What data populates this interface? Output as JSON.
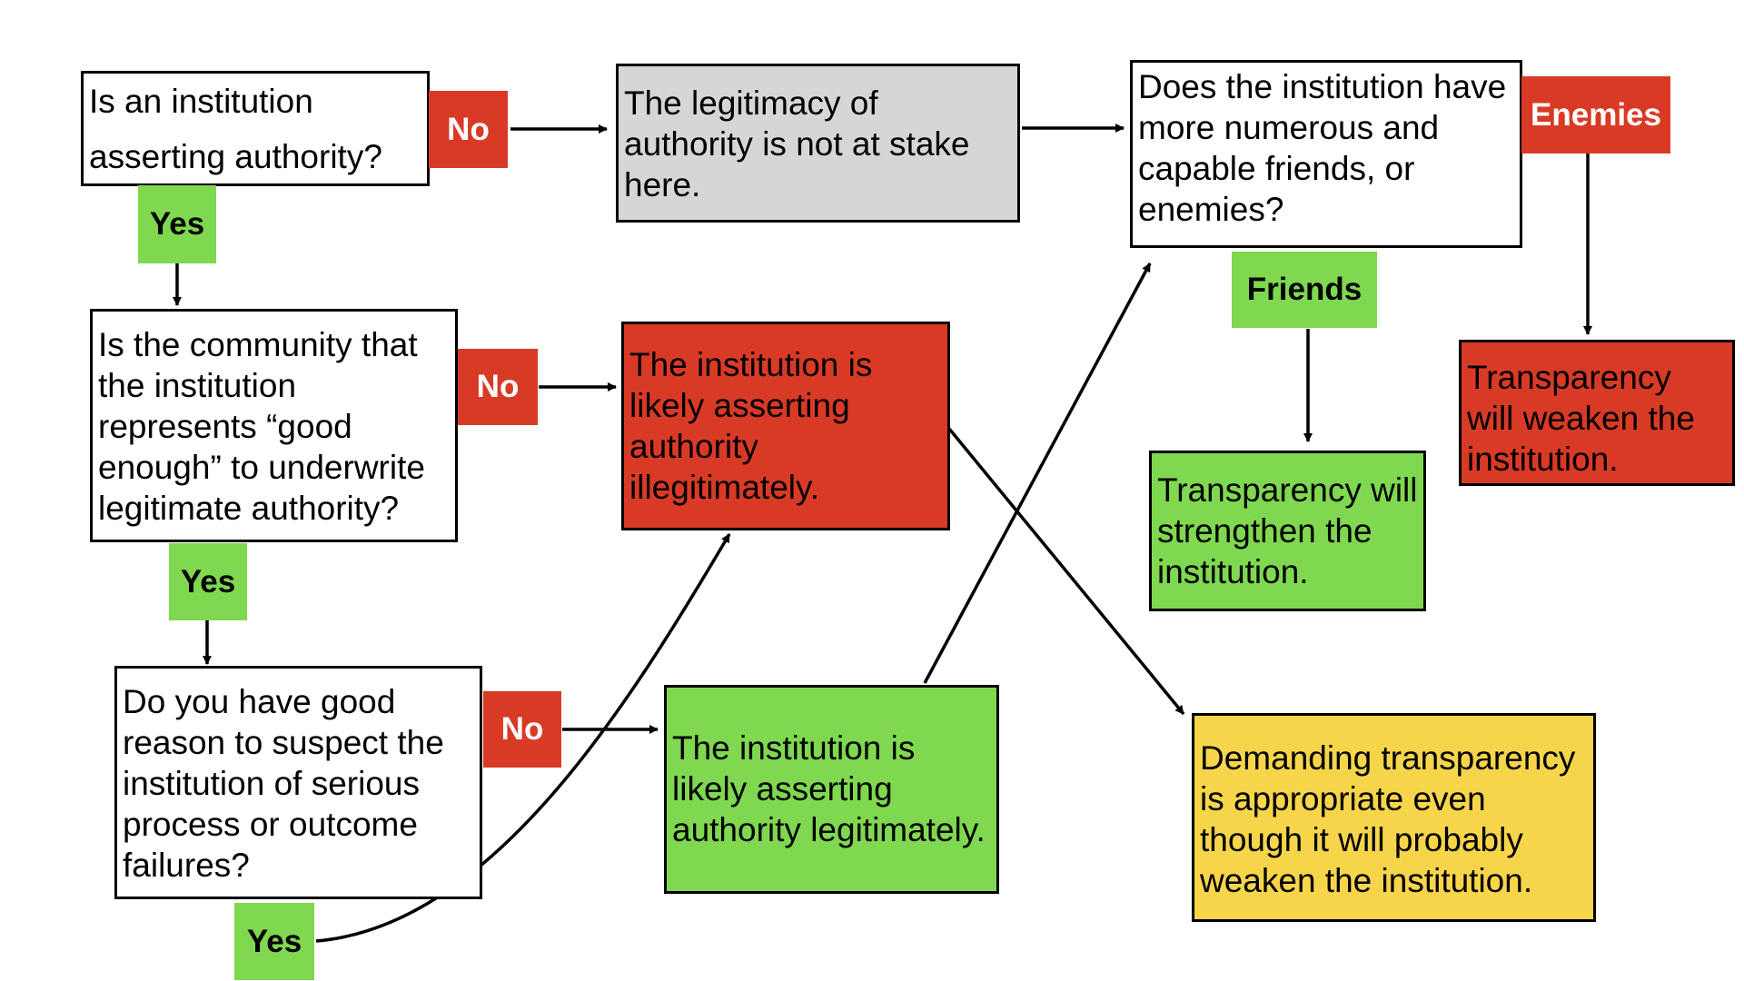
{
  "nodes": {
    "q1": "Is an institution asserting authority?",
    "q2": "Is the community that the institution represents “good enough” to underwrite legitimate authority?",
    "q3": "Do you have good reason to suspect the institution of serious process or outcome failures?",
    "not_at_stake": "The legitimacy of authority is not at stake here.",
    "illegitimate": "The institution is likely asserting authority illegitimately.",
    "legitimate": "The institution is likely asserting authority legitimately.",
    "friends_q": "Does the institution have more numerous and capable friends, or enemies?",
    "strengthen": "Transparency will strengthen the institution.",
    "weaken": "Transparency will weaken the institution.",
    "demand": "Demanding transparency is appropriate even though it will probably weaken the institution."
  },
  "labels": {
    "no": "No",
    "yes": "Yes",
    "friends": "Friends",
    "enemies": "Enemies"
  },
  "colors": {
    "question": "#ffffff",
    "neutral": "#d6d6d6",
    "negative": "#d93a26",
    "positive": "#7fd84f",
    "caution": "#f7d54a"
  }
}
